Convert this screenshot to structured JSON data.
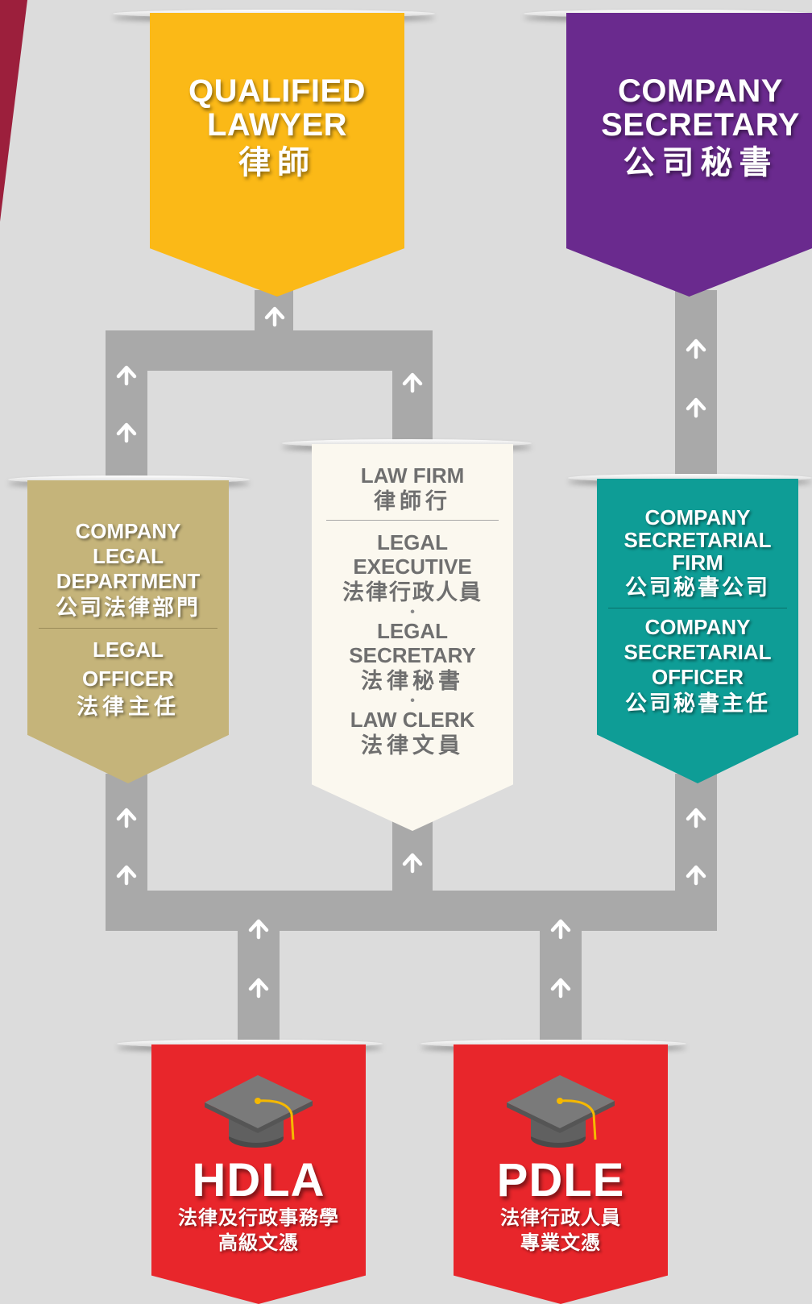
{
  "colors": {
    "background": "#dcdcdc",
    "connector": "#a9a9a9",
    "lawyer": "#fbb917",
    "secretary": "#6a2a8e",
    "legal_dept": "#c5b47a",
    "law_firm": "#fbf8ef",
    "secretarial_firm": "#0e9d96",
    "diploma": "#e8262b",
    "corner_accent": "#9c1f3c"
  },
  "icons": [
    "arrow-up-icon",
    "graduation-cap-icon"
  ],
  "qualified_lawyer": {
    "en_line1": "QUALIFIED",
    "en_line2": "LAWYER",
    "cn": "律師"
  },
  "company_secretary": {
    "en_line1": "COMPANY",
    "en_line2": "SECRETARY",
    "cn": "公司秘書"
  },
  "legal_department": {
    "org_en_line1": "COMPANY",
    "org_en_line2": "LEGAL",
    "org_en_line3": "DEPARTMENT",
    "org_cn": "公司法律部門",
    "role_en_line1": "LEGAL",
    "role_en_line2": "OFFICER",
    "role_cn": "法律主任"
  },
  "law_firm": {
    "org_en": "LAW FIRM",
    "org_cn": "律師行",
    "role1_en_line1": "LEGAL",
    "role1_en_line2": "EXECUTIVE",
    "role1_cn": "法律行政人員",
    "role2_en_line1": "LEGAL",
    "role2_en_line2": "SECRETARY",
    "role2_cn": "法律秘書",
    "role3_en": "LAW CLERK",
    "role3_cn": "法律文員",
    "bullet": "•"
  },
  "secretarial_firm": {
    "org_en_line1": "COMPANY",
    "org_en_line2": "SECRETARIAL",
    "org_en_line3": "FIRM",
    "org_cn": "公司秘書公司",
    "role_en_line1": "COMPANY",
    "role_en_line2": "SECRETARIAL",
    "role_en_line3": "OFFICER",
    "role_cn": "公司秘書主任"
  },
  "hdla": {
    "code": "HDLA",
    "cn_line1": "法律及行政事務學",
    "cn_line2": "高級文憑"
  },
  "pdle": {
    "code": "PDLE",
    "cn_line1": "法律行政人員",
    "cn_line2": "專業文憑"
  }
}
